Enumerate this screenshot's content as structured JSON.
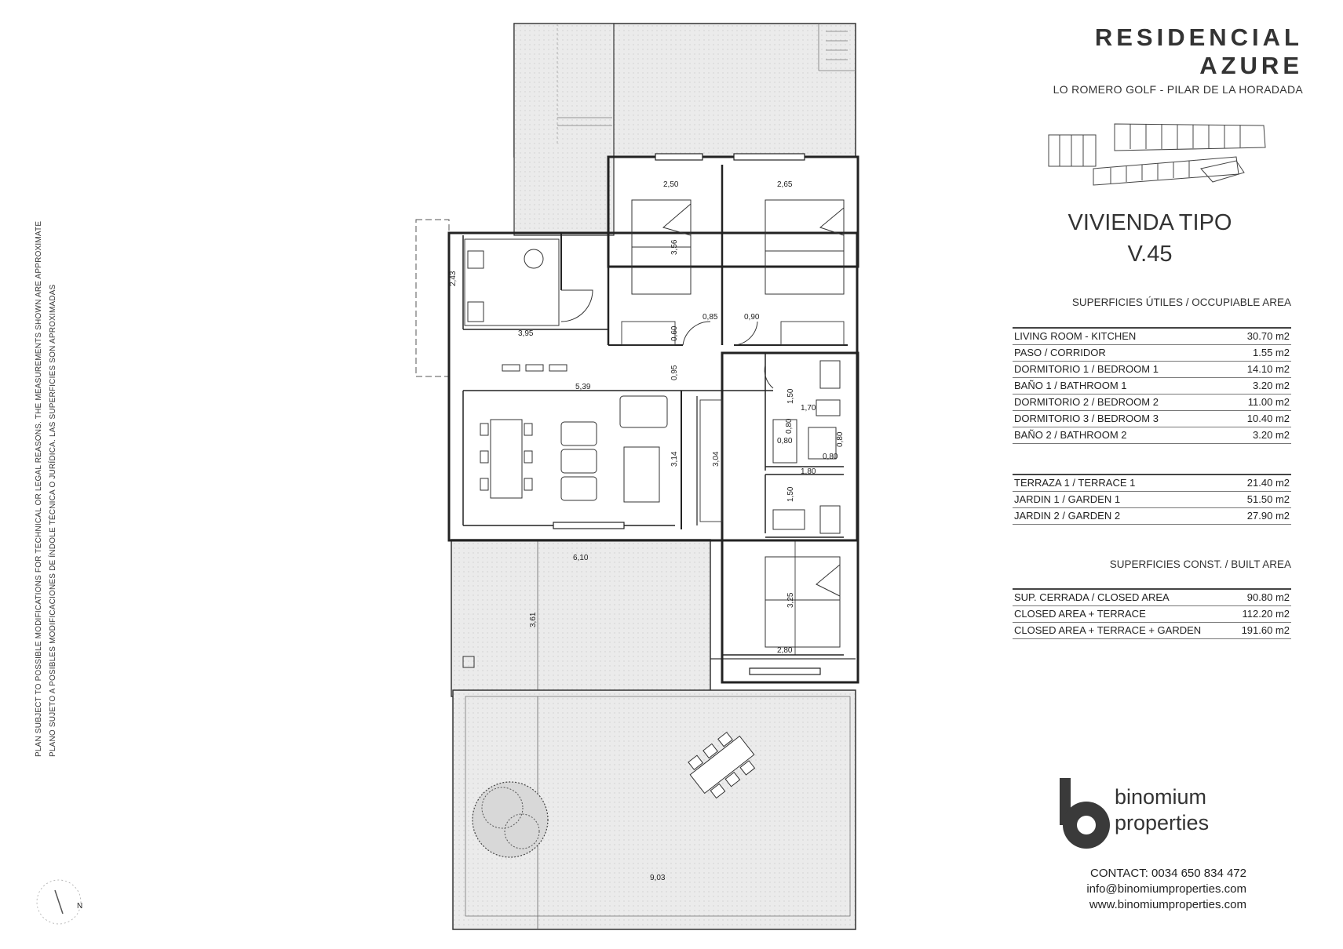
{
  "disclaimer": {
    "en": "PLAN SUBJECT TO POSSIBLE MODIFICATIONS FOR TECHNICAL OR LEGAL REASONS. THE MEASUREMENTS SHOWN ARE APPROXIMATE",
    "es": "PLANO SUJETO A POSIBLES MODIFICACIONES DE ÍNDOLE TÉCNICA O JURÍDICA. LAS SUPERFICIES SON APROXIMADAS"
  },
  "compass": {
    "label": "N"
  },
  "header": {
    "title": "RESIDENCIAL AZURE",
    "subtitle": "LO ROMERO GOLF  -  PILAR DE LA HORADADA"
  },
  "unit": {
    "line1": "VIVIENDA TIPO",
    "line2": "V.45"
  },
  "occupiable": {
    "title": "SUPERFICIES ÚTILES / OCCUPIABLE AREA",
    "rows": [
      {
        "label": "LIVING ROOM - KITCHEN",
        "value": "30.70 m2"
      },
      {
        "label": "PASO / CORRIDOR",
        "value": "1.55 m2"
      },
      {
        "label": "DORMITORIO 1 /  BEDROOM 1",
        "value": "14.10 m2"
      },
      {
        "label": "BAÑO 1 / BATHROOM 1",
        "value": "3.20 m2"
      },
      {
        "label": "DORMITORIO 2 / BEDROOM 2",
        "value": "11.00 m2"
      },
      {
        "label": "DORMITORIO 3 / BEDROOM 3",
        "value": "10.40 m2"
      },
      {
        "label": "BAÑO 2 / BATHROOM 2",
        "value": "3.20 m2"
      }
    ]
  },
  "outdoor": {
    "rows": [
      {
        "label": "TERRAZA 1 / TERRACE 1",
        "value": "21.40 m2"
      },
      {
        "label": "JARDIN 1 / GARDEN 1",
        "value": "51.50 m2"
      },
      {
        "label": "JARDIN 2 / GARDEN 2",
        "value": "27.90 m2"
      }
    ]
  },
  "built": {
    "title": "SUPERFICIES  CONST. / BUILT AREA",
    "rows": [
      {
        "label": "SUP. CERRADA / CLOSED AREA",
        "value": "90.80 m2"
      },
      {
        "label": "CLOSED AREA + TERRACE",
        "value": "112.20 m2"
      },
      {
        "label": "CLOSED AREA + TERRACE + GARDEN",
        "value": "191.60 m2"
      }
    ]
  },
  "logo": {
    "line1": "binomium",
    "line2": "properties"
  },
  "contact": {
    "phone": "CONTACT: 0034 650 834 472",
    "email": "info@binomiumproperties.com",
    "web": "www.binomiumproperties.com"
  },
  "dimensions": {
    "kitchen_width": "3,95",
    "kitchen_depth": "2,43",
    "living_width": "5,39",
    "corridor_width": "0,95",
    "living_depth": "3,14",
    "wardrobe_depth": "3,04",
    "bed2_width": "2,50",
    "bed2_depth": "3,56",
    "bed2_wardrobe": "0,60",
    "bed3_width": "2,65",
    "door_a": "0,85",
    "door_b": "0,90",
    "bath_a_depth": "1,50",
    "bath_a_width": "1,70",
    "bath_shower_a": "0,80",
    "bath_shower_b": "0,80",
    "bath_shower_c": "0,80",
    "bath_shower_d": "0,80",
    "bath_b_width": "1,80",
    "bath_b_depth": "1,50",
    "bed1_depth": "3,25",
    "bed1_width": "2,80",
    "terrace_width": "6,10",
    "terrace_depth": "3,61",
    "garden_width": "9,03"
  }
}
